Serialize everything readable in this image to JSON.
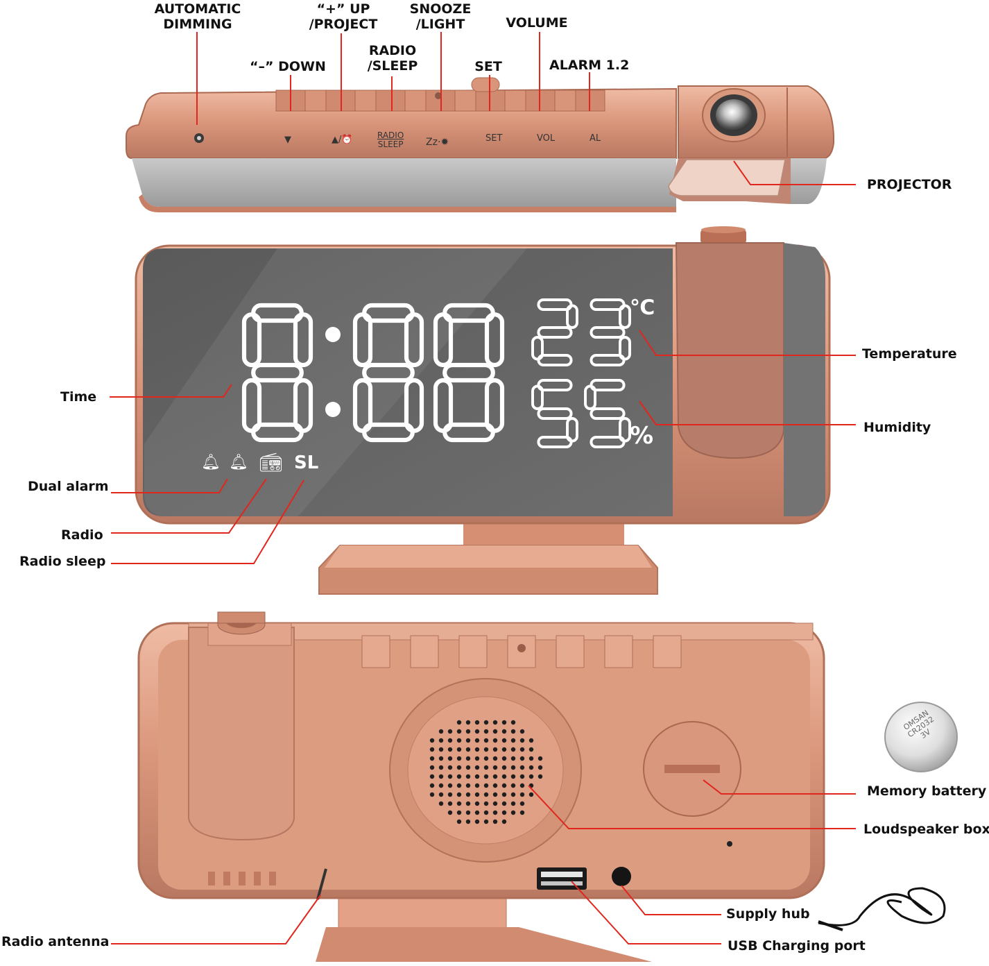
{
  "top_view": {
    "callouts": {
      "auto_dimming": [
        "AUTOMATIC",
        "DIMMING"
      ],
      "up_project": [
        "“+”  UP",
        "/PROJECT"
      ],
      "snooze_light": [
        "SNOOZE",
        "/LIGHT"
      ],
      "volume": "VOLUME",
      "down": "“–”  DOWN",
      "radio_sleep": [
        "RADIO",
        "/SLEEP"
      ],
      "set": "SET",
      "alarm": "ALARM 1.2",
      "projector": "PROJECTOR"
    },
    "button_legends": {
      "down": "▼",
      "up": "▲/",
      "radio": "RADIO",
      "sleep": "SLEEP",
      "snooze": "Zz",
      "set": "SET",
      "vol": "VOL",
      "al": "AL"
    }
  },
  "front_view": {
    "display": {
      "time": "8:88",
      "temperature": "23",
      "temp_unit": "℃",
      "humidity": "55",
      "humidity_unit": "%",
      "sleep_indicator": "SL"
    },
    "callouts": {
      "temperature": "Temperature",
      "humidity": "Humidity",
      "time": "Time",
      "dual_alarm": "Dual alarm",
      "radio": "Radio",
      "radio_sleep": "Radio sleep"
    }
  },
  "back_view": {
    "callouts": {
      "memory_battery": "Memory battery",
      "loudspeaker": "Loudspeaker box",
      "supply_hub": "Supply hub",
      "radio_antenna": "Radio antenna",
      "usb_port": "USB Charging port"
    },
    "battery_text": [
      "OMSAN",
      "CR2032",
      "3V"
    ]
  },
  "colors": {
    "body": "#d9957a",
    "body_dark": "#b77660",
    "body_light": "#eab39c",
    "screen": "#646464",
    "callout_line": "#e0261d",
    "digit": "#ffffff"
  }
}
